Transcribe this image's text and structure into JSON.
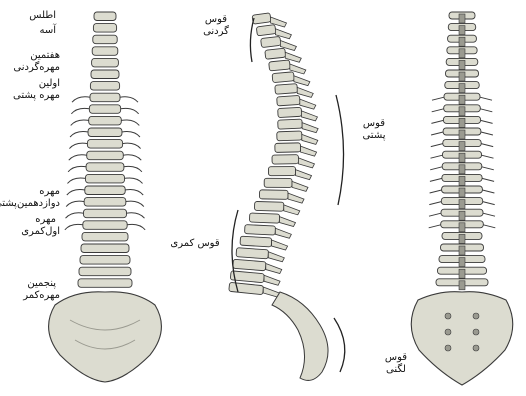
{
  "figure": {
    "views": [
      "anterior",
      "lateral-left",
      "posterior"
    ],
    "colors": {
      "bone": "#dcdcd0",
      "outline": "#3a3a3a",
      "shade": "#9a9a90",
      "text": "#111111"
    }
  },
  "labels": {
    "atlas": "اطلس",
    "atlas2": "آسه",
    "c7_line1": "هفتمین",
    "c7_line2": "مهره‌گردنی",
    "t1_line1": "اولین",
    "t1_line2": "مهره پشتی",
    "t12_line1": "مهره",
    "t12_line2": "دوازدهمین‌پشتی",
    "l1_line1": "مهره",
    "l1_line2": "اول‌کمری",
    "l5_line1": "پنجمین",
    "l5_line2": "مهره‌کمر",
    "cervical_curve_1": "قوس",
    "cervical_curve_2": "گردنی",
    "thoracic_curve_1": "قوس",
    "thoracic_curve_2": "پشتی",
    "lumbar_curve": "قوس کمری",
    "sacral_curve_1": "قوس",
    "sacral_curve_2": "لگنی"
  }
}
